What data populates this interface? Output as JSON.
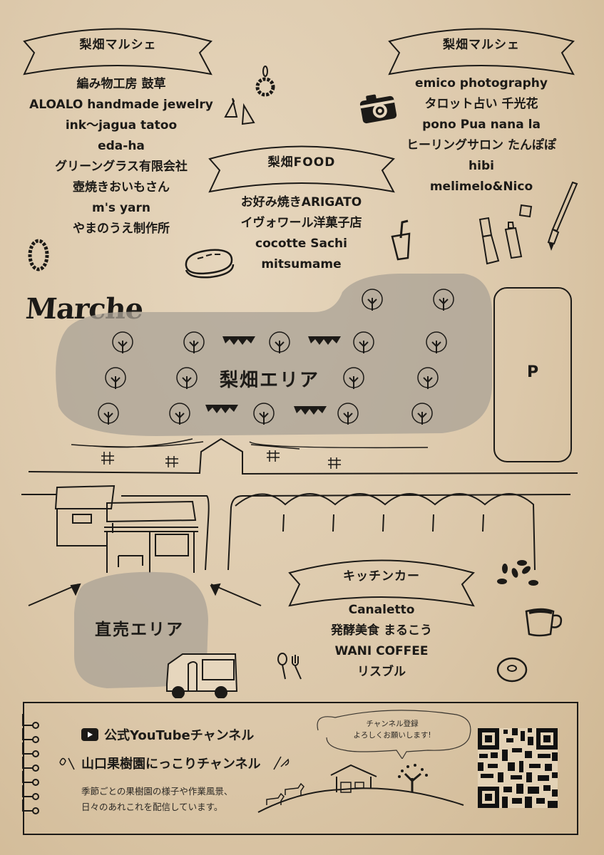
{
  "title": "Marche",
  "sections": {
    "marche_left": {
      "heading": "梨畑マルシェ",
      "vendors": [
        "編み物工房 鼓草",
        "ALOALO handmade jewelry",
        "ink〜jagua tatoo",
        "eda-ha",
        "グリーングラス有限会社",
        "壺焼きおいもさん",
        "m's yarn",
        "やまのうえ制作所"
      ]
    },
    "marche_right": {
      "heading": "梨畑マルシェ",
      "vendors": [
        "emico photography",
        "タロット占い 千光花",
        "pono Pua nana la",
        "ヒーリングサロン たんぽぽ",
        "hibi",
        "melimelo&Nico"
      ]
    },
    "food": {
      "heading": "梨畑FOOD",
      "vendors": [
        "お好み焼きARIGATO",
        "イヴォワール洋菓子店",
        "cocotte Sachi",
        "mitsumame"
      ]
    },
    "kitchen_car": {
      "heading": "キッチンカー",
      "vendors": [
        "Canaletto",
        "発酵美食 まるこう",
        "WANI COFFEE",
        "リスブル"
      ]
    }
  },
  "map": {
    "pear_area_label": "梨畑エリア",
    "direct_sales_label": "直売エリア",
    "parking_label": "P"
  },
  "youtube": {
    "title": "公式YouTubeチャンネル",
    "channel_name": "山口果樹園にっこりチャンネル",
    "description_line1": "季節ごとの果樹園の様子や作業風景、",
    "description_line2": "日々のあれこれを配信しています。",
    "bubble_line1": "チャンネル登録",
    "bubble_line2": "よろしくお願いします!"
  },
  "colors": {
    "paper": "#dcc8aa",
    "ink": "#1c1a17",
    "area_fill": "#a9a196"
  }
}
